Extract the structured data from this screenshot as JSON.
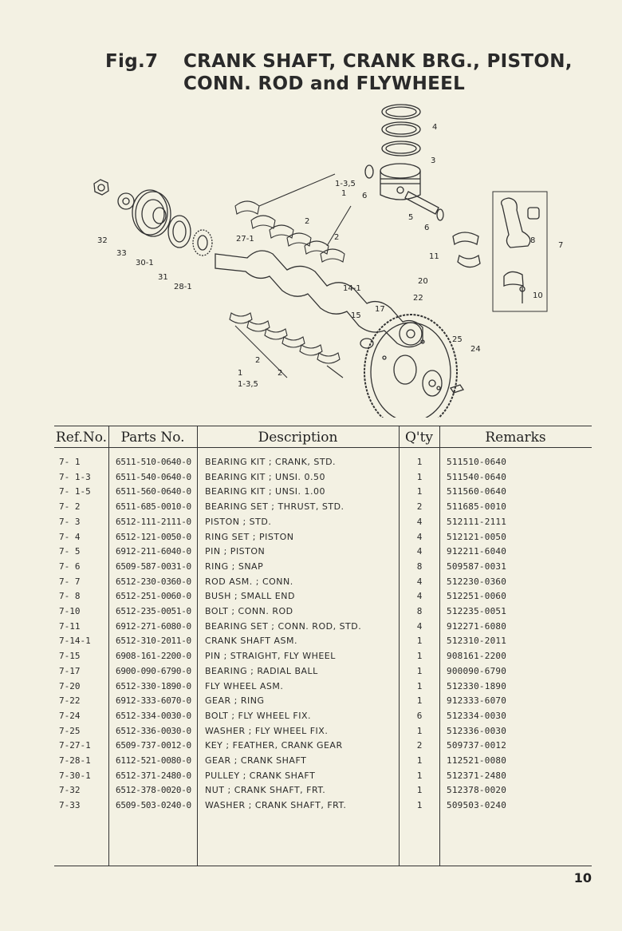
{
  "title": {
    "fig": "Fig.7",
    "line1": "CRANK SHAFT, CRANK BRG., PISTON,",
    "line2": "CONN. ROD and FLYWHEEL"
  },
  "diagram_labels": [
    "4",
    "3",
    "1-3,5",
    "1",
    "6",
    "5",
    "6",
    "2",
    "27-1",
    "2",
    "32",
    "33",
    "30-1",
    "31",
    "28-1",
    "11",
    "8",
    "7",
    "10",
    "20",
    "22",
    "14-1",
    "15",
    "17",
    "25",
    "24",
    "2",
    "1",
    "1-3,5",
    "2"
  ],
  "table": {
    "headers": [
      "Ref.No.",
      "Parts No.",
      "Description",
      "Q'ty",
      "Remarks"
    ],
    "rows": [
      {
        "ref": "7- 1",
        "part": "6511-510-0640-0",
        "desc": "BEARING KIT ; CRANK, STD.",
        "qty": "1",
        "rem": "511510-0640"
      },
      {
        "ref": "7- 1-3",
        "part": "6511-540-0640-0",
        "desc": "BEARING KIT ; UNSI. 0.50",
        "qty": "1",
        "rem": "511540-0640"
      },
      {
        "ref": "7- 1-5",
        "part": "6511-560-0640-0",
        "desc": "BEARING KIT ; UNSI. 1.00",
        "qty": "1",
        "rem": "511560-0640"
      },
      {
        "ref": "7- 2",
        "part": "6511-685-0010-0",
        "desc": "BEARING SET ; THRUST, STD.",
        "qty": "2",
        "rem": "511685-0010"
      },
      {
        "ref": "7- 3",
        "part": "6512-111-2111-0",
        "desc": "PISTON ; STD.",
        "qty": "4",
        "rem": "512111-2111"
      },
      {
        "ref": "7- 4",
        "part": "6512-121-0050-0",
        "desc": "RING SET ; PISTON",
        "qty": "4",
        "rem": "512121-0050"
      },
      {
        "ref": "7- 5",
        "part": "6912-211-6040-0",
        "desc": "PIN ; PISTON",
        "qty": "4",
        "rem": "912211-6040"
      },
      {
        "ref": "7- 6",
        "part": "6509-587-0031-0",
        "desc": "RING ; SNAP",
        "qty": "8",
        "rem": "509587-0031"
      },
      {
        "ref": "7- 7",
        "part": "6512-230-0360-0",
        "desc": "ROD ASM. ; CONN.",
        "qty": "4",
        "rem": "512230-0360"
      },
      {
        "ref": "7- 8",
        "part": "6512-251-0060-0",
        "desc": "BUSH ; SMALL END",
        "qty": "4",
        "rem": "512251-0060"
      },
      {
        "ref": "7-10",
        "part": "6512-235-0051-0",
        "desc": "BOLT ; CONN. ROD",
        "qty": "8",
        "rem": "512235-0051"
      },
      {
        "ref": "7-11",
        "part": "6912-271-6080-0",
        "desc": "BEARING SET ; CONN. ROD, STD.",
        "qty": "4",
        "rem": "912271-6080"
      },
      {
        "ref": "7-14-1",
        "part": "6512-310-2011-0",
        "desc": "CRANK SHAFT ASM.",
        "qty": "1",
        "rem": "512310-2011"
      },
      {
        "ref": "7-15",
        "part": "6908-161-2200-0",
        "desc": "PIN ; STRAIGHT, FLY WHEEL",
        "qty": "1",
        "rem": "908161-2200"
      },
      {
        "ref": "7-17",
        "part": "6900-090-6790-0",
        "desc": "BEARING ; RADIAL BALL",
        "qty": "1",
        "rem": "900090-6790"
      },
      {
        "ref": "7-20",
        "part": "6512-330-1890-0",
        "desc": "FLY WHEEL ASM.",
        "qty": "1",
        "rem": "512330-1890"
      },
      {
        "ref": "7-22",
        "part": "6912-333-6070-0",
        "desc": "GEAR ; RING",
        "qty": "1",
        "rem": "912333-6070"
      },
      {
        "ref": "7-24",
        "part": "6512-334-0030-0",
        "desc": "BOLT ; FLY WHEEL FIX.",
        "qty": "6",
        "rem": "512334-0030"
      },
      {
        "ref": "7-25",
        "part": "6512-336-0030-0",
        "desc": "WASHER ; FLY WHEEL FIX.",
        "qty": "1",
        "rem": "512336-0030"
      },
      {
        "ref": "7-27-1",
        "part": "6509-737-0012-0",
        "desc": "KEY ; FEATHER, CRANK GEAR",
        "qty": "2",
        "rem": "509737-0012"
      },
      {
        "ref": "7-28-1",
        "part": "6112-521-0080-0",
        "desc": "GEAR ; CRANK SHAFT",
        "qty": "1",
        "rem": "112521-0080"
      },
      {
        "ref": "7-30-1",
        "part": "6512-371-2480-0",
        "desc": "PULLEY ; CRANK SHAFT",
        "qty": "1",
        "rem": "512371-2480"
      },
      {
        "ref": "7-32",
        "part": "6512-378-0020-0",
        "desc": "NUT ; CRANK SHAFT, FRT.",
        "qty": "1",
        "rem": "512378-0020"
      },
      {
        "ref": "7-33",
        "part": "6509-503-0240-0",
        "desc": "WASHER ; CRANK SHAFT, FRT.",
        "qty": "1",
        "rem": "509503-0240"
      }
    ]
  },
  "page_number": "10"
}
